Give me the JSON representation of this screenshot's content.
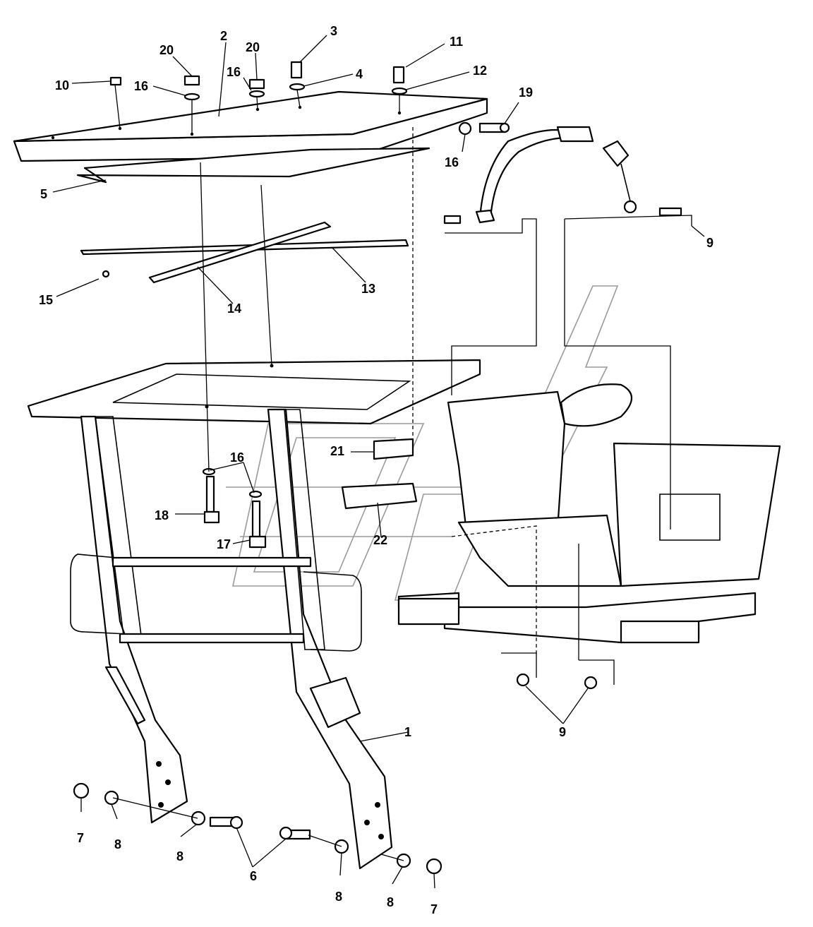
{
  "callouts": {
    "c1": "1",
    "c2": "2",
    "c3": "3",
    "c4": "4",
    "c5": "5",
    "c6": "6",
    "c7a": "7",
    "c7b": "7",
    "c8a": "8",
    "c8b": "8",
    "c8c": "8",
    "c8d": "8",
    "c9a": "9",
    "c9b": "9",
    "c10": "10",
    "c11": "11",
    "c12": "12",
    "c13": "13",
    "c14": "14",
    "c15": "15",
    "c16a": "16",
    "c16b": "16",
    "c16c": "16",
    "c16d": "16",
    "c17": "17",
    "c18": "18",
    "c19": "19",
    "c20a": "20",
    "c20b": "20",
    "c21": "21",
    "c22": "22"
  },
  "colors": {
    "line": "#000000",
    "watermark": "#9a9a9a",
    "background": "#ffffff"
  }
}
